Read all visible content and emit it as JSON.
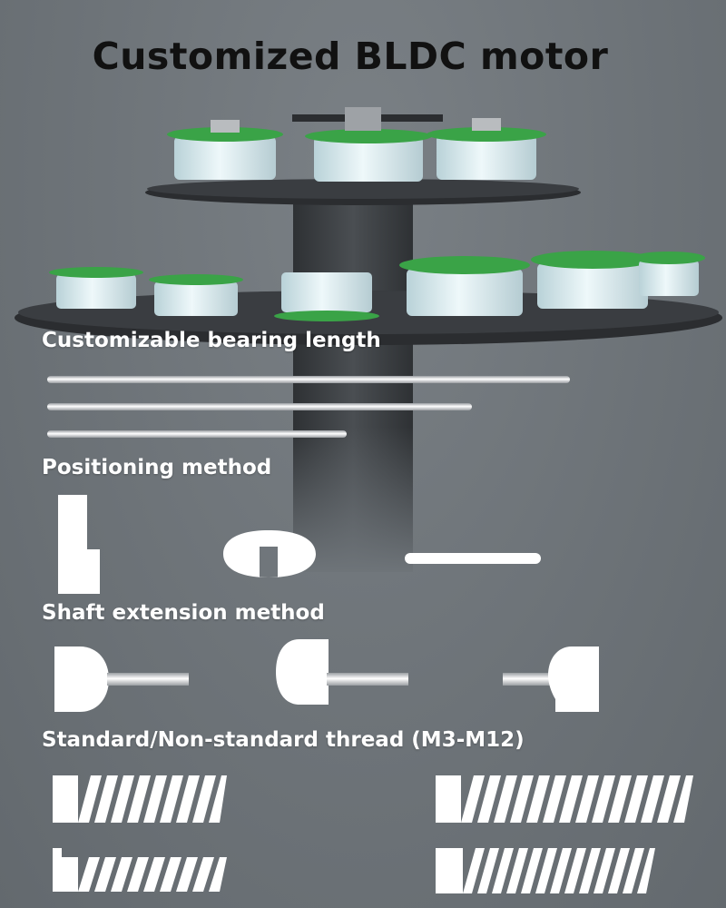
{
  "page": {
    "title": "Customized BLDC motor",
    "sections": {
      "bearing": "Customizable bearing length",
      "positioning": "Positioning method",
      "shaft": "Shaft extension method",
      "thread": "Standard/Non-standard thread (M3-M12)"
    }
  },
  "colors": {
    "background": "#6e7479",
    "title_text": "#111111",
    "label_text": "#ffffff",
    "pcb_green": "#3aa347",
    "motor_body": "#d9ecf0",
    "platform": "#2b2d30"
  }
}
